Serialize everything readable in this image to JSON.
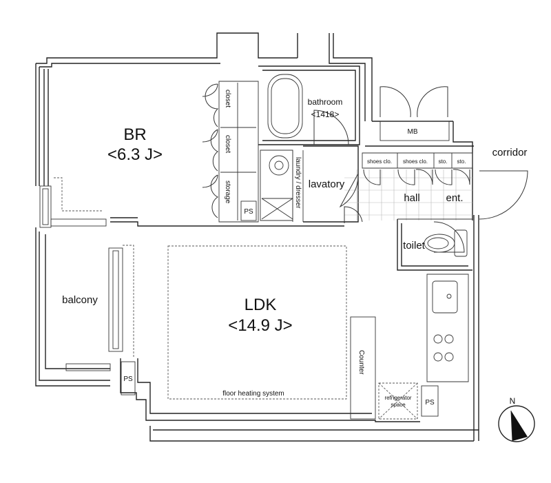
{
  "rooms": {
    "br_name": "BR",
    "br_size": "<6.3 J>",
    "ldk_name": "LDK",
    "ldk_size": "<14.9 J>",
    "balcony": "balcony",
    "bathroom": "bathroom",
    "bathroom_size": "<1418>",
    "lavatory": "lavatory",
    "laundry": "laundry / dresser",
    "hall": "hall",
    "entrance": "ent.",
    "toilet": "toilet",
    "corridor": "corridor",
    "mb": "MB",
    "closet_1": "closet",
    "closet_2": "closet",
    "storage": "storage",
    "ps_1": "PS",
    "ps_2": "PS",
    "ps_3": "PS",
    "shoes_1": "shoes clo.",
    "shoes_2": "shoes clo.",
    "sto_1": "sto.",
    "sto_2": "sto.",
    "counter": "Counter",
    "refrigerator_1": "refrigerator",
    "refrigerator_2": "space",
    "floor_heating": "floor heating system"
  },
  "compass": {
    "label": "N"
  }
}
